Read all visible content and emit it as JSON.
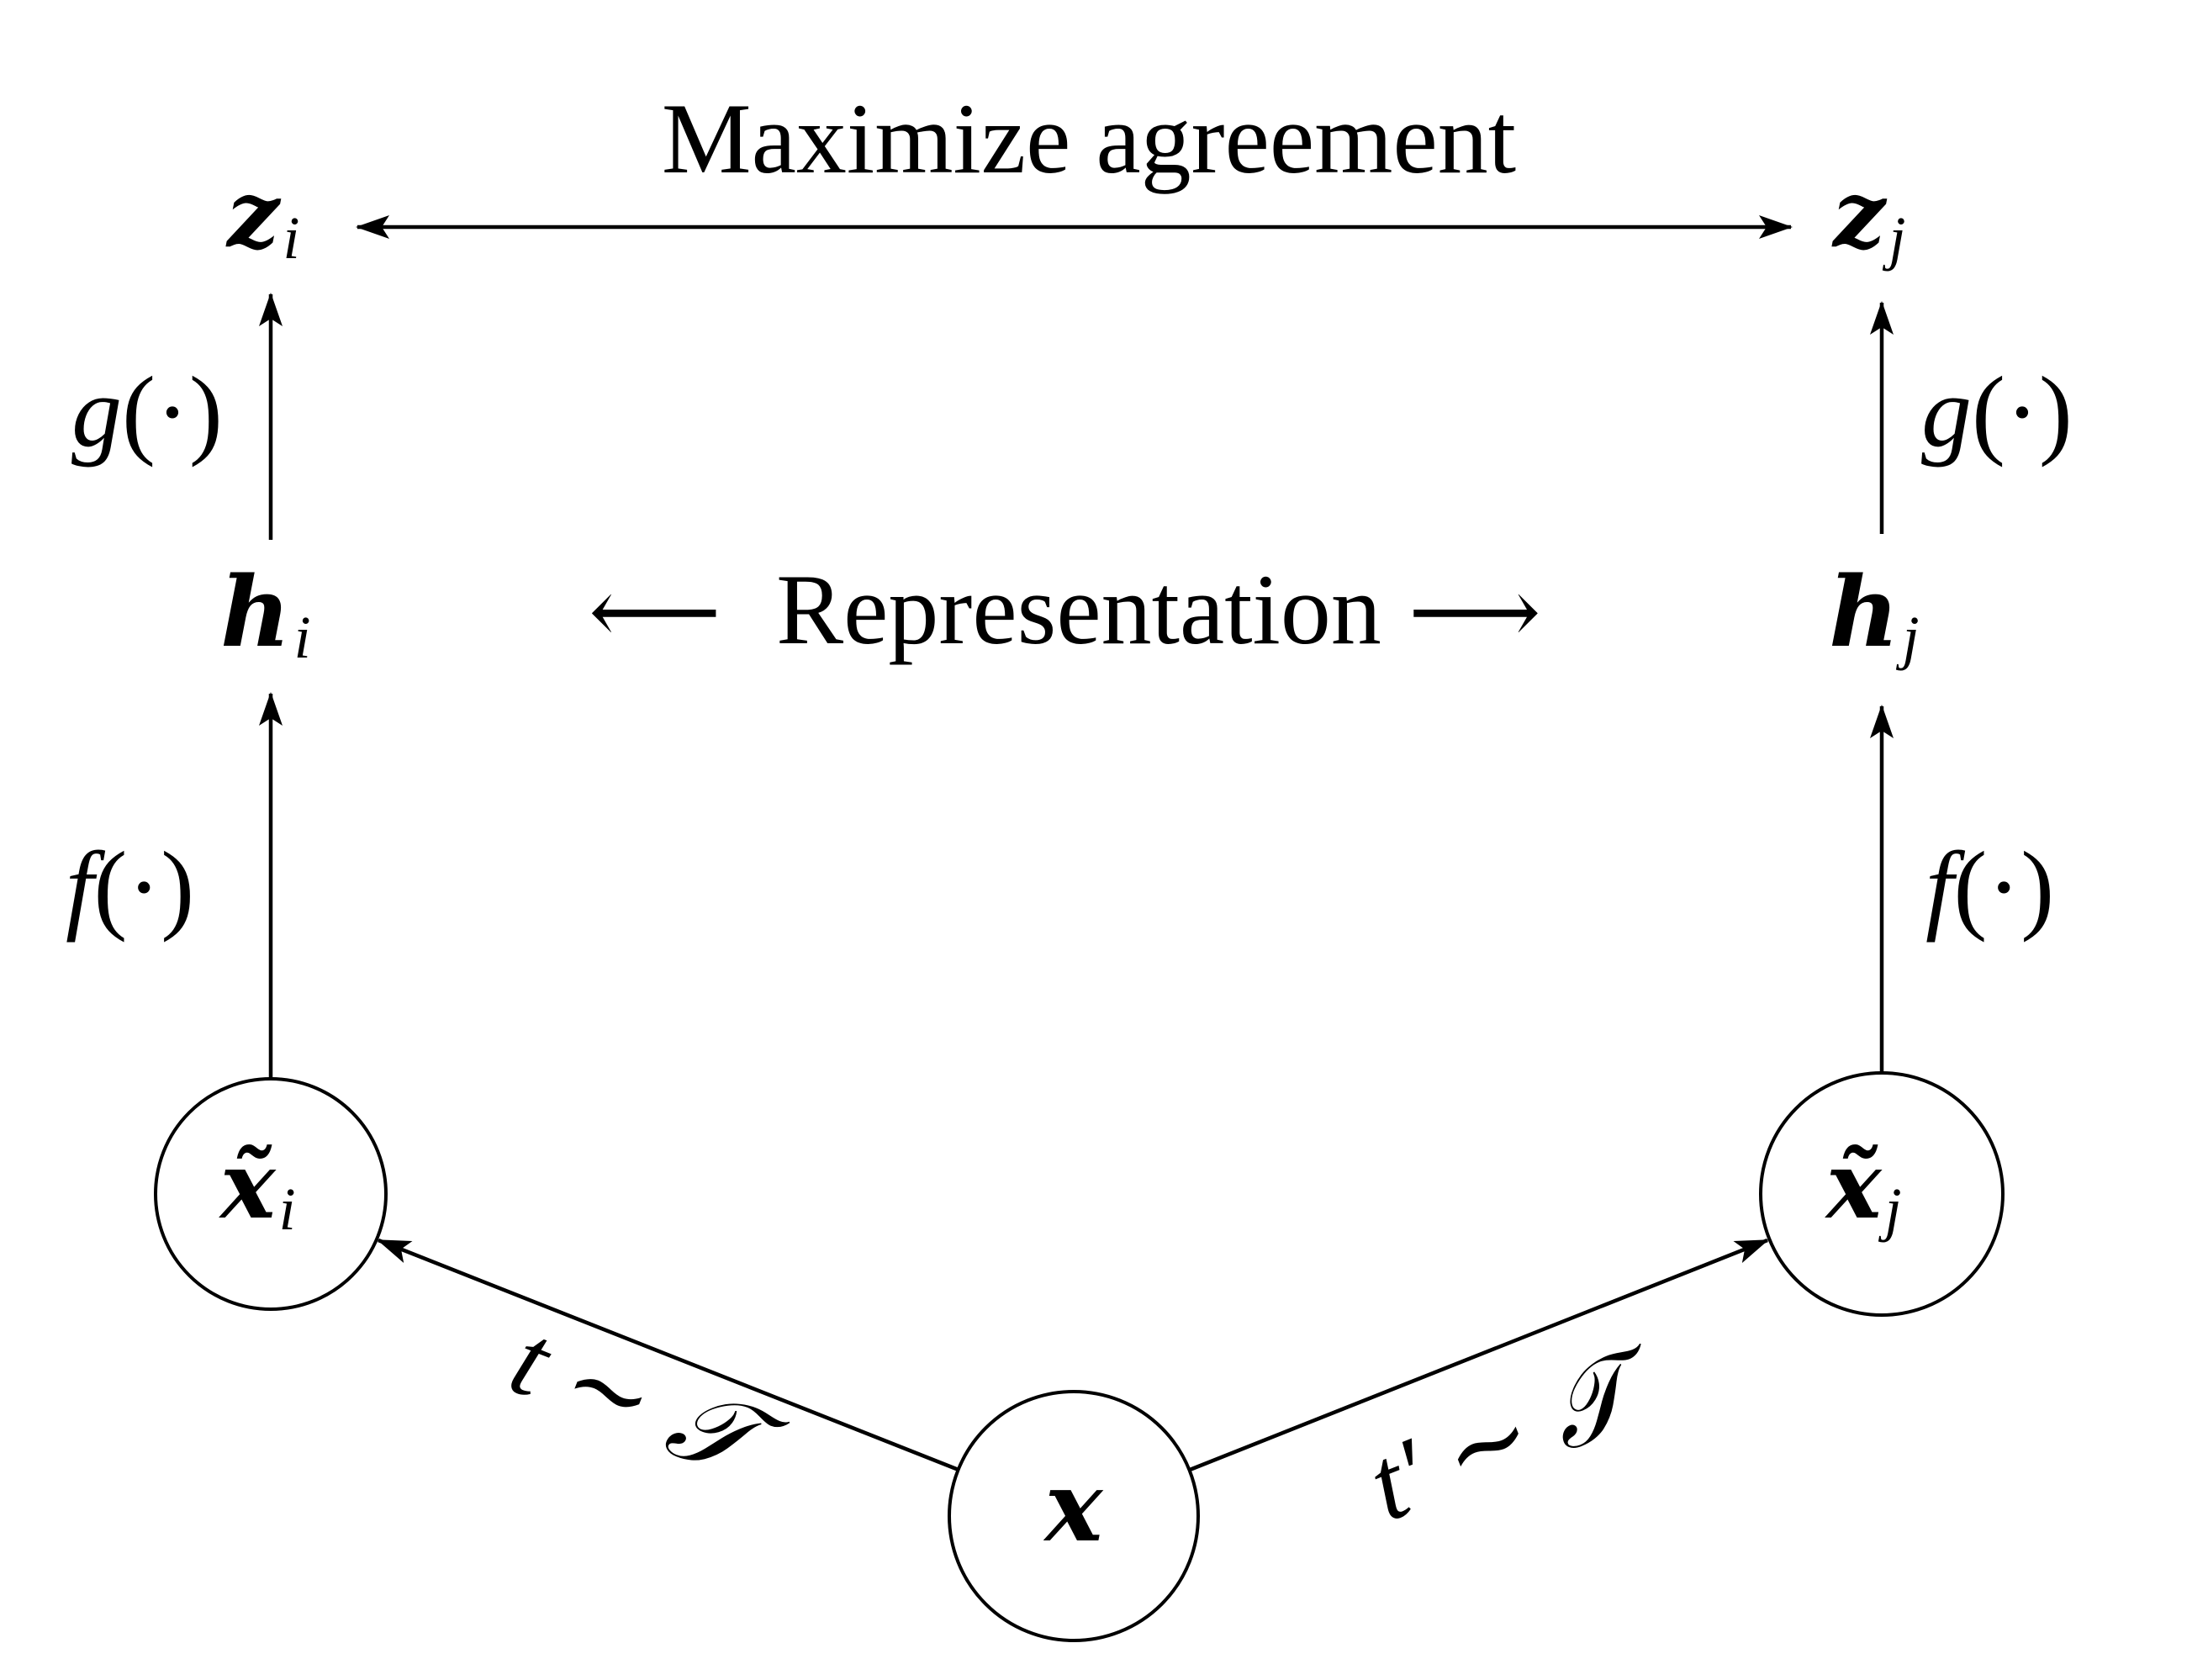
{
  "labels": {
    "maximize": "Maximize agreement",
    "representation": "Representation",
    "rep_left_arrow": "⟵",
    "rep_right_arrow": "⟶"
  },
  "nodes": {
    "z_i": {
      "base": "z",
      "sub": "i"
    },
    "z_j": {
      "base": "z",
      "sub": "j"
    },
    "h_i": {
      "base": "h",
      "sub": "i"
    },
    "h_j": {
      "base": "h",
      "sub": "j"
    },
    "xt_i": {
      "base": "x̃",
      "sub": "i"
    },
    "xt_j": {
      "base": "x̃",
      "sub": "j"
    },
    "x": {
      "base": "x"
    }
  },
  "functions": {
    "g_left": {
      "name": "g",
      "arg": "(·)"
    },
    "g_right": {
      "name": "g",
      "arg": "(·)"
    },
    "f_left": {
      "name": "f",
      "arg": "(·)"
    },
    "f_right": {
      "name": "f",
      "arg": "(·)"
    }
  },
  "transforms": {
    "left": {
      "var": "t",
      "tilde": "∼",
      "set": "𝒯"
    },
    "right": {
      "var": "t′",
      "tilde": "∼",
      "set": "𝒯"
    }
  }
}
